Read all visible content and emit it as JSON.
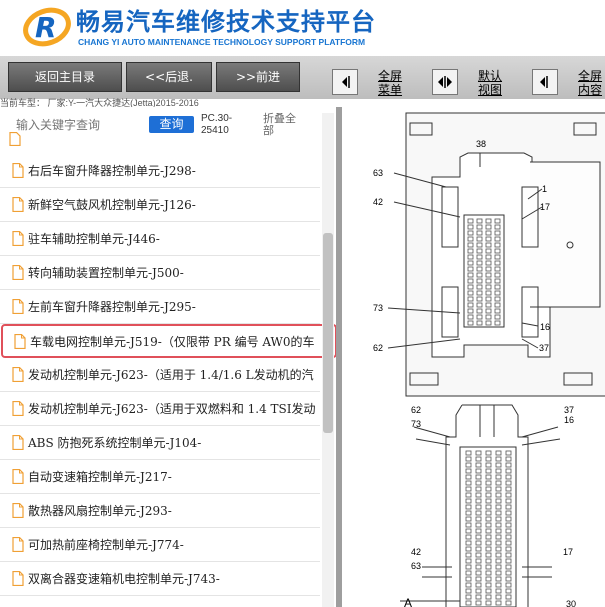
{
  "header": {
    "title": "畅易汽车维修技术支持平台",
    "subtitle": "CHANG YI AUTO MAINTENANCE TECHNOLOGY SUPPORT PLATFORM",
    "logo_letter": "R"
  },
  "toolbar": {
    "home_label": "返回主目录",
    "back_label": "<<后退.",
    "forward_label": ">>前进",
    "fullscreen_menu_label": [
      "全屏",
      "菜单"
    ],
    "default_view_label": [
      "默认",
      "视图"
    ],
    "fullscreen_content_label": [
      "全屏",
      "内容"
    ]
  },
  "car_info": "当前车型：  厂家:Y-一汽大众捷达(Jetta)2015-2016",
  "search": {
    "placeholder": "输入关键字查询",
    "button_label": "查询",
    "pc_code": [
      "PC.30-",
      "25410"
    ],
    "collapse_all": [
      "折叠全",
      "部"
    ]
  },
  "list": {
    "selected_index": 5,
    "items": [
      "右后车窗升降器控制单元-J298-",
      "新鲜空气鼓风机控制单元-J126-",
      "驻车辅助控制单元-J446-",
      "转向辅助装置控制单元-J500-",
      "左前车窗升降器控制单元-J295-",
      "车载电网控制单元-J519-（仅限带 PR 编号 AW0的车",
      "发动机控制单元-J623-（适用于 1.4/1.6 L发动机的汽",
      "发动机控制单元-J623-（适用于双燃料和 1.4 TSI发动",
      "ABS 防抱死系统控制单元-J104-",
      "自动变速箱控制单元-J217-",
      "散热器风扇控制单元-J293-",
      "可加热前座椅控制单元-J774-",
      "双离合器变速箱机电控制单元-J743-"
    ]
  },
  "diagram": {
    "top_labels": [
      "38",
      "63",
      "42",
      "1",
      "17",
      "73",
      "16",
      "62",
      "37"
    ],
    "bottom_labels": [
      "62",
      "73",
      "37",
      "16",
      "42",
      "17",
      "63",
      "A",
      "30"
    ]
  },
  "colors": {
    "title": "#1565c0",
    "search_button": "#1e6fd6",
    "selection_border": "#e0505a"
  }
}
